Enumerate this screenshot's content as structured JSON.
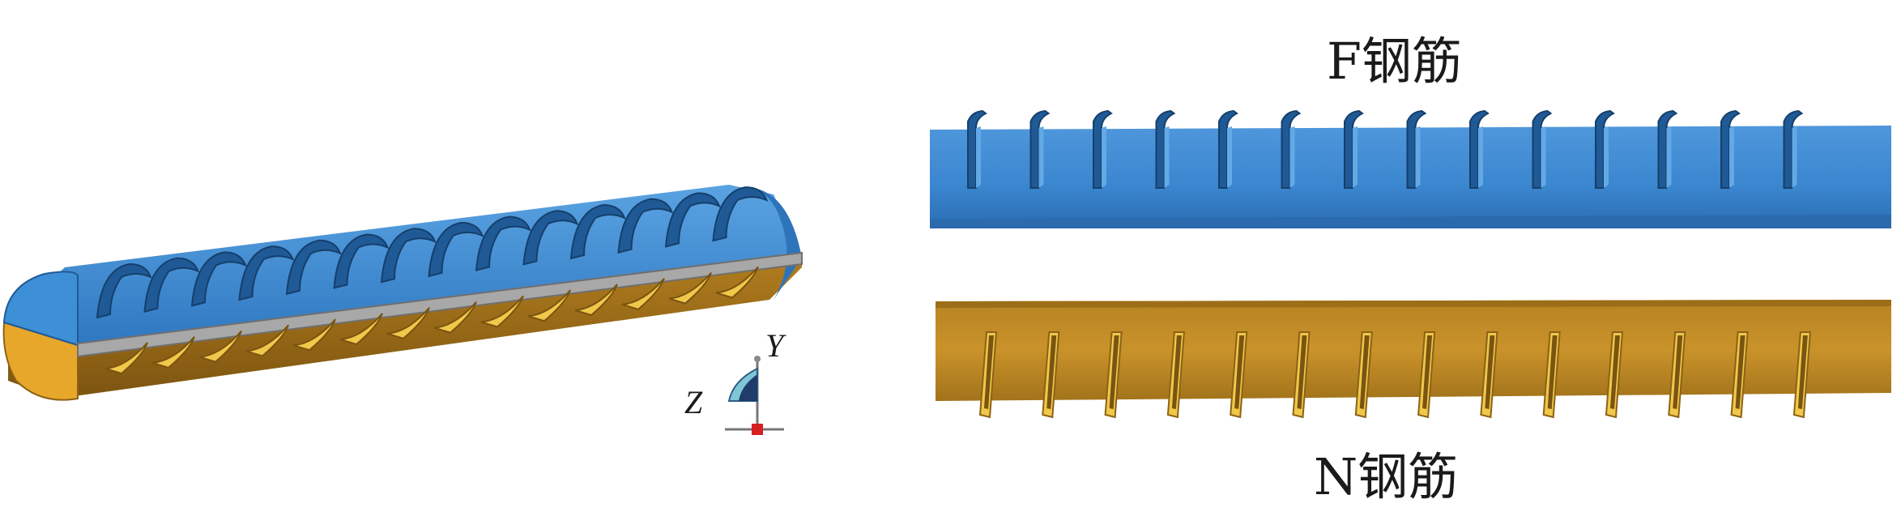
{
  "labels": {
    "f_rebar": "F钢筋",
    "n_rebar": "N钢筋"
  },
  "axes": {
    "y": "Y",
    "z": "Z"
  },
  "rib_count": 14,
  "colors": {
    "f_blue": "#3a86cf",
    "f_blue_dark": "#1f5a96",
    "f_blue_light": "#62a9e6",
    "n_gold": "#c9922a",
    "n_gold_dark": "#8c6216",
    "n_gold_light": "#f0c84a",
    "interface_gray": "#9a9a9a"
  }
}
